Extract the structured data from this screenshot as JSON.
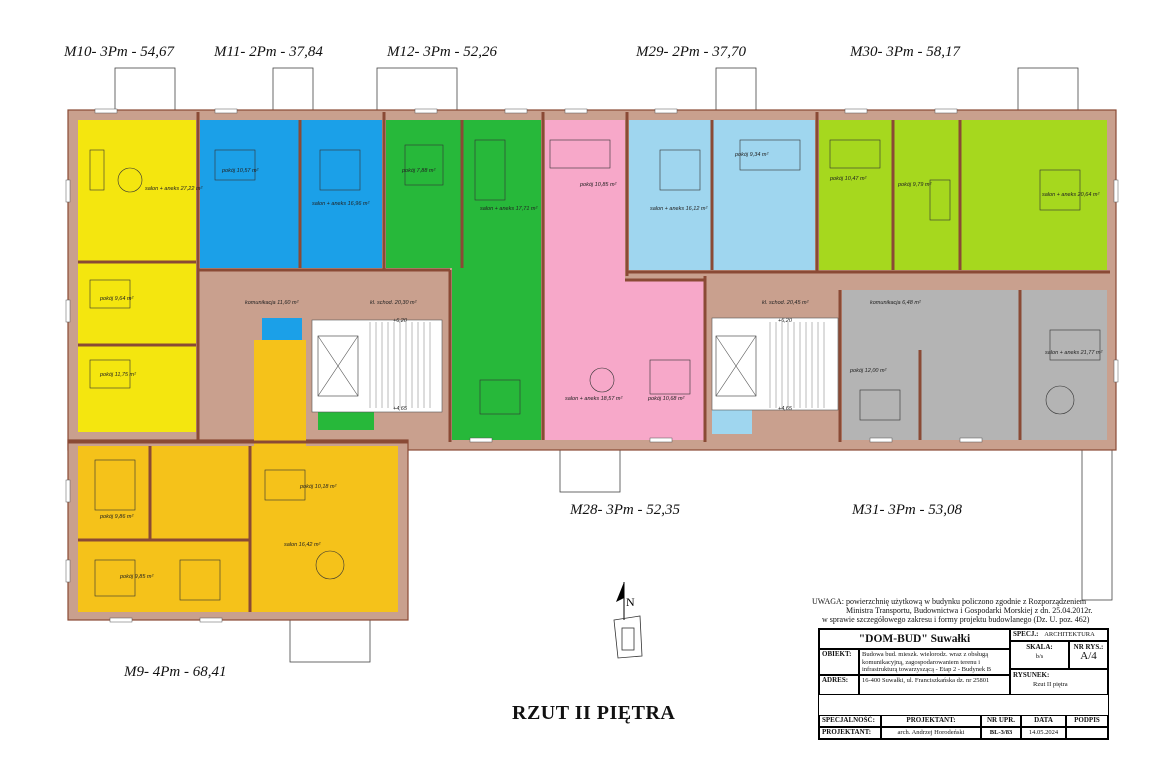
{
  "apartments": {
    "m10": "M10- 3Pm - 54,67",
    "m11": "M11- 2Pm - 37,84",
    "m12": "M12- 3Pm - 52,26",
    "m29": "M29- 2Pm - 37,70",
    "m30": "M30- 3Pm - 58,17",
    "m28": "M28- 3Pm - 52,35",
    "m31": "M31- 3Pm - 53,08",
    "m9": "M9- 4Pm - 68,41"
  },
  "colors": {
    "m10": "#f4e60f",
    "m11": "#1ba0e8",
    "m12": "#27b83a",
    "m28": "#f7a8c9",
    "m29": "#9fd6ef",
    "m30": "#a6d81e",
    "m31": "#b4b4b4",
    "m9": "#f5c21a",
    "wall": "#8a4a35",
    "wall_fill": "#c9a08e"
  },
  "rooms": {
    "m10_salon": "salon + aneks 27,22 m²",
    "m10_pokoj1": "pokój 9,64 m²",
    "m10_pokoj2": "pokój 11,75 m²",
    "m11_pokoj": "pokój 10,57 m²",
    "m11_salon": "salon + aneks 16,96 m²",
    "m12_pokoj": "pokój 7,88 m²",
    "m12_salon": "salon + aneks 17,71 m²",
    "m28_pokoj1": "pokój 10,85 m²",
    "m28_salon": "salon + aneks 18,57 m²",
    "m28_pokoj2": "pokój 10,68 m²",
    "m29_pokoj": "pokój 9,34 m²",
    "m29_salon": "salon + aneks 16,12 m²",
    "m30_pokoj1": "pokój 10,47 m²",
    "m30_pokoj2": "pokój 9,79 m²",
    "m30_salon": "salon + aneks 20,64 m²",
    "m31_pokoj1": "pokój 12,00 m²",
    "m31_salon": "salon + aneks 21,77 m²",
    "m9_pokoj1": "pokój 9,86 m²",
    "m9_pokoj2": "pokój 9,85 m²",
    "m9_pokoj3": "pokój 10,18 m²",
    "m9_salon": "salon 16,42 m²",
    "komunikacja1": "komunikacja 11,60 m²",
    "komunikacja2": "komunikacja 6,48 m²",
    "klatka1": "kl. schod. 20,30 m²",
    "klatka2": "kl. schod. 20,45 m²",
    "lev1": "+6,20",
    "lev2": "+6,20",
    "lev3": "+4,65",
    "lev4": "+4,65"
  },
  "title": "RZUT II PIĘTRA",
  "compass_n": "N",
  "note": {
    "l1": "UWAGA: powierzchnię użytkową w budynku policzono zgodnie z Rozporządzeniem",
    "l2": "Ministra Transportu, Budownictwa i Gospodarki Morskiej z dn. 25.04.2012r.",
    "l3": "w sprawie szczegółowego zakresu i formy projektu budowlanego (Dz. U. poz. 462)"
  },
  "titleblock": {
    "company": "\"DOM-BUD\" Suwałki",
    "spec_label": "SPECJ.:",
    "spec_value": "ARCHITEKTURA",
    "obiekt_label": "OBIEKT:",
    "obiekt_value": "Budowa bud. mieszk. wielorodz. wraz z obsługą komunikacyjną, zagospodarowaniem terenu i infrastrukturą towarzyszącą - Etap 2 - Budynek B",
    "skala_label": "SKALA:",
    "skala_value": "b/s",
    "nrrys_label": "NR RYS.:",
    "nrrys_value": "A/4",
    "adres_label": "ADRES:",
    "adres_value": "16-400 Suwałki, ul. Franciszkańska dz. nr 25801",
    "rysunek_label": "RYSUNEK:",
    "rysunek_value": "Rzut II piętra",
    "col_specjalnosc": "SPECJALNOŚĆ:",
    "col_projektant": "PROJEKTANT:",
    "col_nrupr": "NR UPR.",
    "col_data": "DATA",
    "col_podpis": "PODPIS",
    "row_role": "PROJEKTANT:",
    "row_name": "arch. Andrzej Horodeński",
    "row_nr": "BL-3/83",
    "row_date": "14.05.2024"
  }
}
